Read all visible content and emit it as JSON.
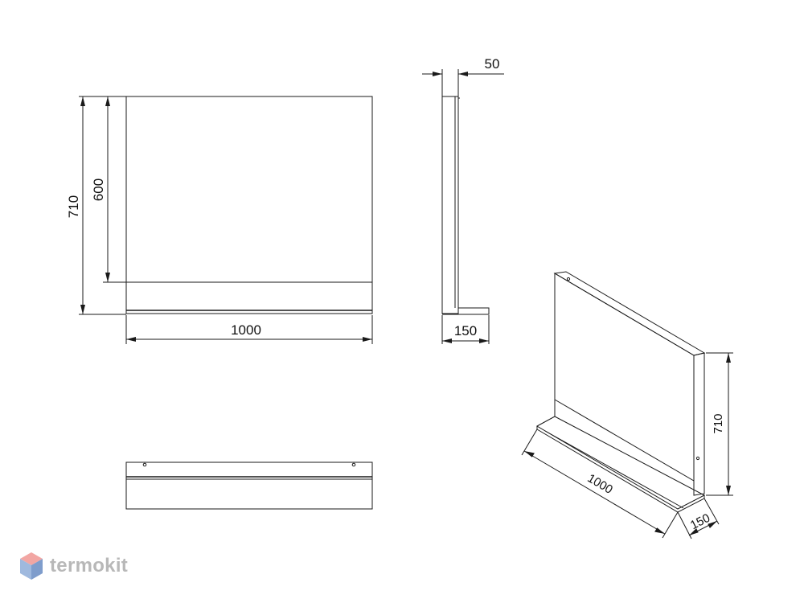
{
  "dimensions": {
    "front_height_total": "710",
    "front_height_mirror": "600",
    "front_width": "1000",
    "side_depth_top": "50",
    "side_depth_base": "150",
    "iso_width": "1000",
    "iso_height": "710",
    "iso_depth": "150"
  },
  "brand": {
    "name": "termokit",
    "colors": {
      "cube_top": "#f2a6a3",
      "cube_left": "#9fb9de",
      "cube_right": "#7f9dcc",
      "text": "#b8b8b8"
    }
  }
}
